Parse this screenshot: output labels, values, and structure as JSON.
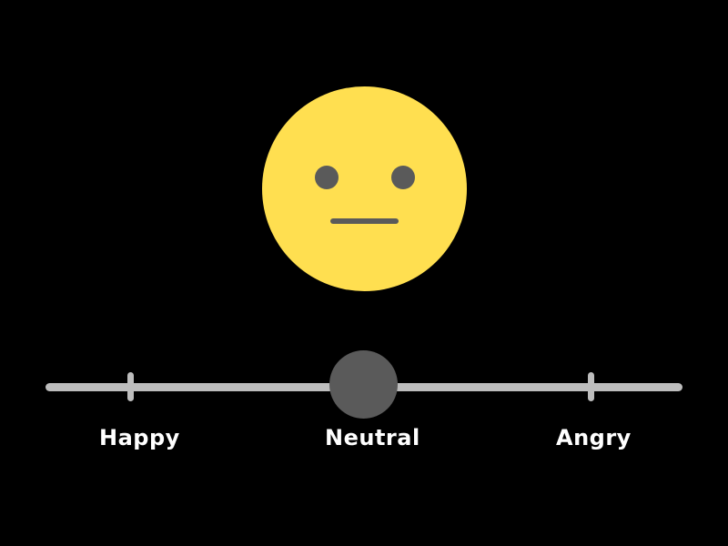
{
  "colors": {
    "background": "#000000",
    "face": "#FFDF50",
    "features": "#5A5A5A",
    "track": "#BDBDBD",
    "thumb": "#5A5A5A",
    "label": "#FFFFFF"
  },
  "face": {
    "expression": "neutral-face-icon"
  },
  "slider": {
    "labels": {
      "happy": "Happy",
      "neutral": "Neutral",
      "angry": "Angry"
    },
    "selected": "Neutral",
    "value": 0.5
  }
}
